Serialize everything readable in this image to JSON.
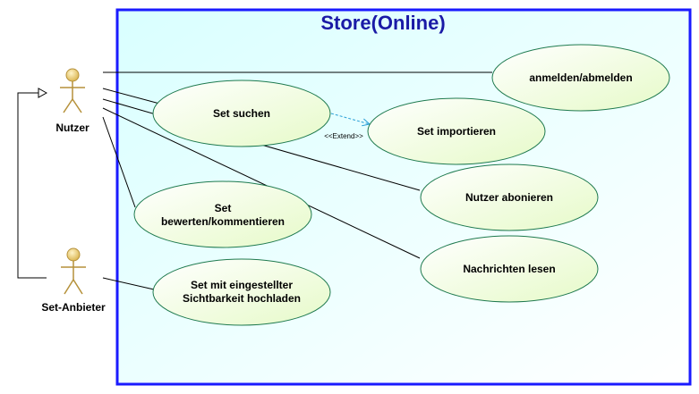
{
  "system": {
    "title": "Store(Online)",
    "title_color": "#1a1aa6",
    "border_color": "#1a1aff",
    "fill_from": "#d9ffff",
    "fill_to": "#ffffff"
  },
  "actors": [
    {
      "id": "nutzer",
      "label": "Nutzer"
    },
    {
      "id": "set-anbieter",
      "label": "Set-Anbieter"
    }
  ],
  "use_cases": [
    {
      "id": "anmelden",
      "lines": [
        "anmelden/abmelden"
      ]
    },
    {
      "id": "set-suchen",
      "lines": [
        "Set suchen"
      ]
    },
    {
      "id": "set-importieren",
      "lines": [
        "Set importieren"
      ]
    },
    {
      "id": "nutzer-abonieren",
      "lines": [
        "Nutzer abonieren"
      ]
    },
    {
      "id": "set-bewerten",
      "lines": [
        "Set",
        "bewerten/kommentieren"
      ]
    },
    {
      "id": "nachrichten-lesen",
      "lines": [
        "Nachrichten lesen"
      ]
    },
    {
      "id": "set-hochladen",
      "lines": [
        "Set mit eingestellter",
        "Sichtbarkeit hochladen"
      ]
    }
  ],
  "relations": {
    "extend_label": "<<Extend>>",
    "extend_from": "set-suchen",
    "extend_to": "set-importieren",
    "generalization": {
      "child": "set-anbieter",
      "parent": "nutzer"
    },
    "associations": [
      {
        "actor": "nutzer",
        "use_case": "anmelden"
      },
      {
        "actor": "nutzer",
        "use_case": "set-suchen"
      },
      {
        "actor": "nutzer",
        "use_case": "nutzer-abonieren"
      },
      {
        "actor": "nutzer",
        "use_case": "nachrichten-lesen"
      },
      {
        "actor": "nutzer",
        "use_case": "set-bewerten"
      },
      {
        "actor": "set-anbieter",
        "use_case": "set-hochladen"
      }
    ]
  },
  "colors": {
    "usecase_fill_from": "#ffffff",
    "usecase_fill_to": "#e6fac8",
    "usecase_stroke": "#1f7a4f",
    "actor_head": "#d9b24a",
    "actor_body": "#b5913a",
    "extend_line": "#2a9fd6"
  }
}
